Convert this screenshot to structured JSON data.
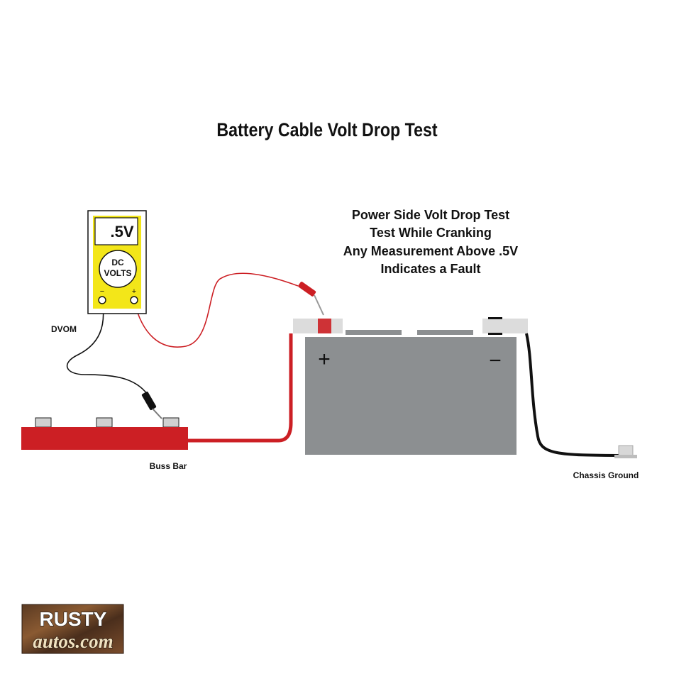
{
  "title": "Battery Cable Volt Drop Test",
  "notes": [
    "Power Side Volt Drop Test",
    "Test While Cranking",
    "Any Measurement Above .5V",
    "Indicates a Fault"
  ],
  "meter": {
    "reading": ".5V",
    "dial_line1": "DC",
    "dial_line2": "VOLTS",
    "neg_sign": "−",
    "pos_sign": "+",
    "label": "DVOM"
  },
  "battery": {
    "pos_sign": "+",
    "neg_sign": "−"
  },
  "labels": {
    "buss_bar": "Buss Bar",
    "chassis_ground": "Chassis Ground"
  },
  "logo": {
    "line1": "RUSTY",
    "line2": "autos.com"
  },
  "colors": {
    "meter_yellow": "#f3e619",
    "positive_red": "#cc1f24",
    "battery_gray": "#8c8f91",
    "terminal_light": "#dcdcdc",
    "cable_black": "#111111"
  }
}
